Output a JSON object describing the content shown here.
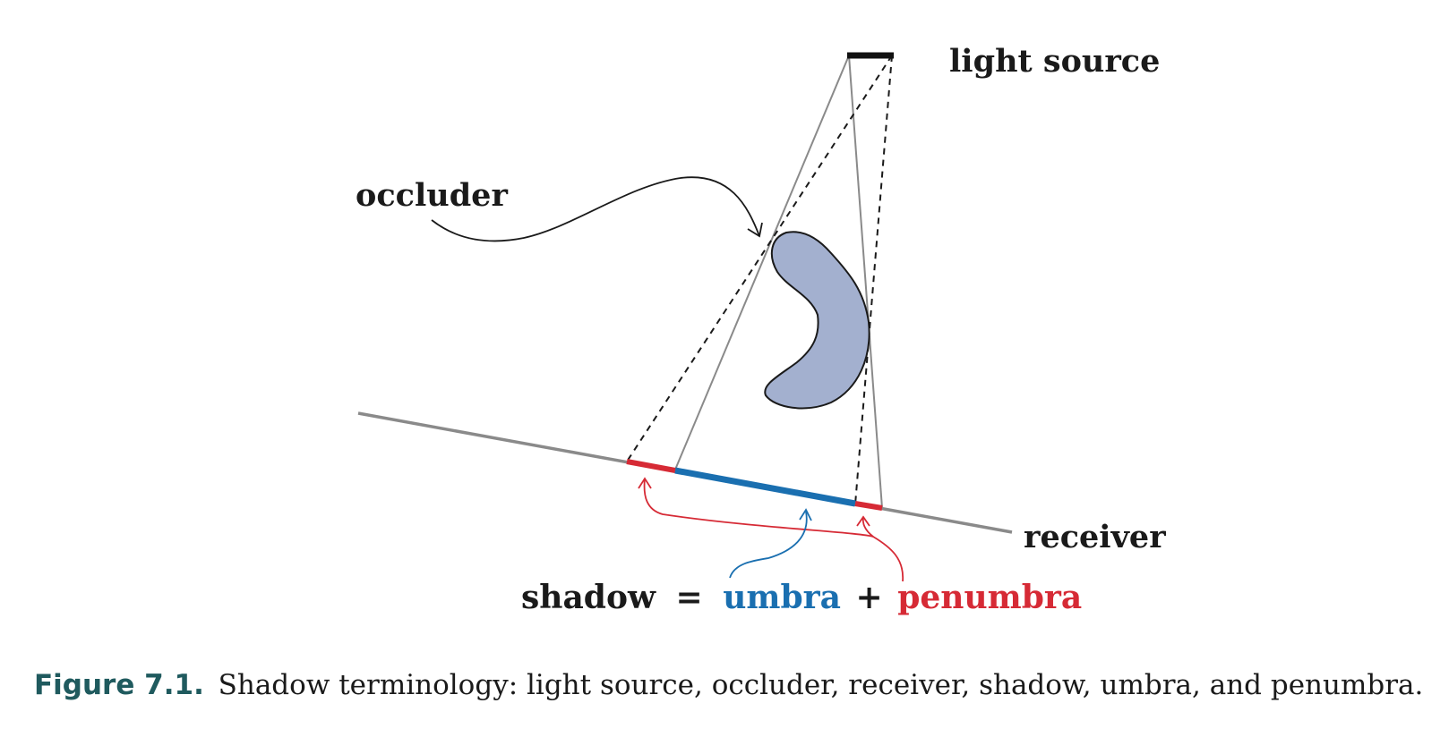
{
  "labels": {
    "light_source": "light source",
    "occluder": "occluder",
    "receiver": "receiver"
  },
  "equation": {
    "shadow": "shadow",
    "equals": "=",
    "umbra": "umbra",
    "plus": "+",
    "penumbra": "penumbra"
  },
  "caption": {
    "number": "Figure 7.1.",
    "text": "Shadow terminology: light source, occluder, receiver, shadow, umbra, and penumbra."
  },
  "colors": {
    "umbra": "#1a6fb0",
    "penumbra": "#d62a35",
    "occluder_fill": "#a3b0cf",
    "receiver_line": "#8a8a8a",
    "caption_number": "#1f5a5e"
  }
}
